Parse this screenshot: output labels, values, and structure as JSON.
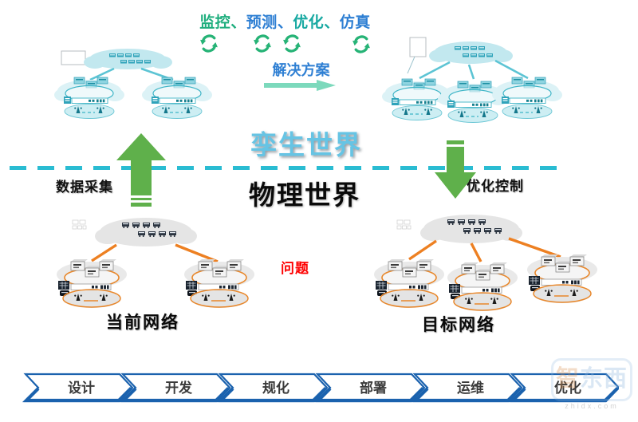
{
  "title_row": {
    "segments": [
      {
        "text": "监控、",
        "color": "#1EAE7D"
      },
      {
        "text": "预测、",
        "color": "#2E7FD3"
      },
      {
        "text": "优化、",
        "color": "#18A9A2"
      },
      {
        "text": "仿真",
        "color": "#2E7FD3"
      }
    ]
  },
  "solution": {
    "label": "解决方案"
  },
  "worlds": {
    "twin": "孪生世界",
    "physical": "物理世界"
  },
  "flows": {
    "data_collection": "数据采集",
    "optimization_control": "优化控制"
  },
  "problem_label": "问题",
  "networks": {
    "current": "当前网络",
    "target": "目标网络"
  },
  "process_steps": [
    "设计",
    "开发",
    "规化",
    "部署",
    "运维",
    "优化"
  ],
  "watermark": {
    "logo_chars": [
      "智",
      "东",
      "西"
    ],
    "domain": "zhidx.com"
  },
  "colors": {
    "teal_dash": "#2ABCD2",
    "twin_blue": "#66C4E4",
    "green_arrow": "#5FB04B",
    "mint_arrow": "#7CD9BC",
    "cycle_green": "#26B376",
    "solution_blue": "#2E7FD3",
    "orange_link": "#ED8022",
    "chevron_blue": "#1B62AE",
    "problem_red": "#FE0000"
  }
}
